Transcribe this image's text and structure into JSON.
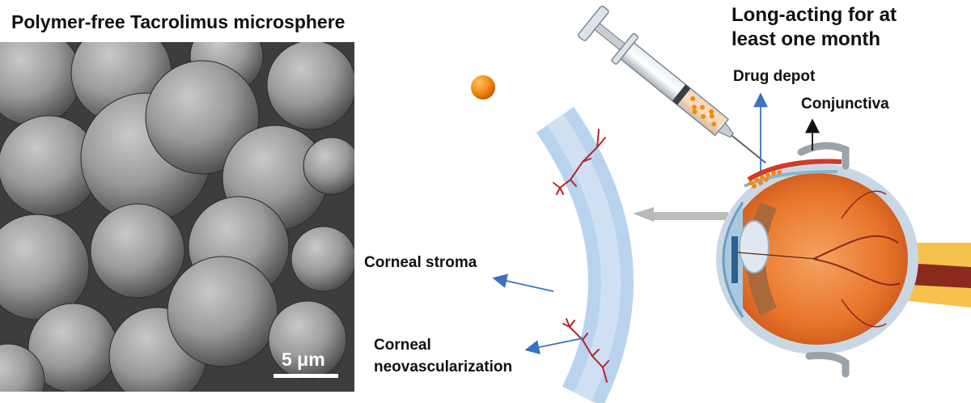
{
  "sem": {
    "title": "Polymer-free Tacrolimus microsphere",
    "scale_bar": "5 μm"
  },
  "labels": {
    "long_acting_line1": "Long-acting for at",
    "long_acting_line2": "least one month",
    "drug_depot": "Drug depot",
    "conjunctiva": "Conjunctiva",
    "corneal_stroma": "Corneal stroma",
    "corneal_neo_line1": "Corneal",
    "corneal_neo_line2": "neovascularization"
  },
  "colors": {
    "microsphere_orange": "#f28a12",
    "arrow_blue": "#3a72c2",
    "cornea_blue": "#b9d3ef",
    "vessel_red": "#b3262b",
    "eye_orange": "#e8742a"
  }
}
